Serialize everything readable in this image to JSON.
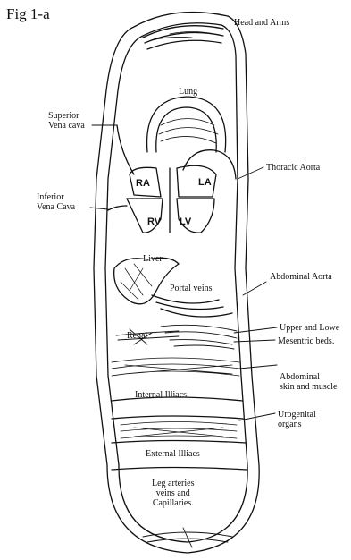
{
  "figure": {
    "title": "Fig 1-a",
    "labels": {
      "head_and_arms": "Head and Arms",
      "lung": "Lung",
      "superior_vena_cava": "Superior\nVena cava",
      "inferior_vena_cava": "Inferior\nVena Cava",
      "thoracic_aorta": "Thoracic Aorta",
      "ra": "RA",
      "la": "LA",
      "rv": "RV",
      "lv": "LV",
      "liver": "Liver",
      "portal_veins": "Portal veins",
      "abdominal_aorta": "Abdominal Aorta",
      "renal": "Renal",
      "upper_lower": "Upper and Lowe",
      "mesentric_beds": "Mesentric beds.",
      "abdominal_skin_muscle": "Abdominal\nskin and muscle",
      "internal_iliacs": "Internal Illiacs",
      "urogenital_organs": "Urogenital\norgans",
      "external_iliacs": "External Illiacs",
      "leg_capillaries": "Leg arteries\nveins and\nCapillaries."
    }
  }
}
